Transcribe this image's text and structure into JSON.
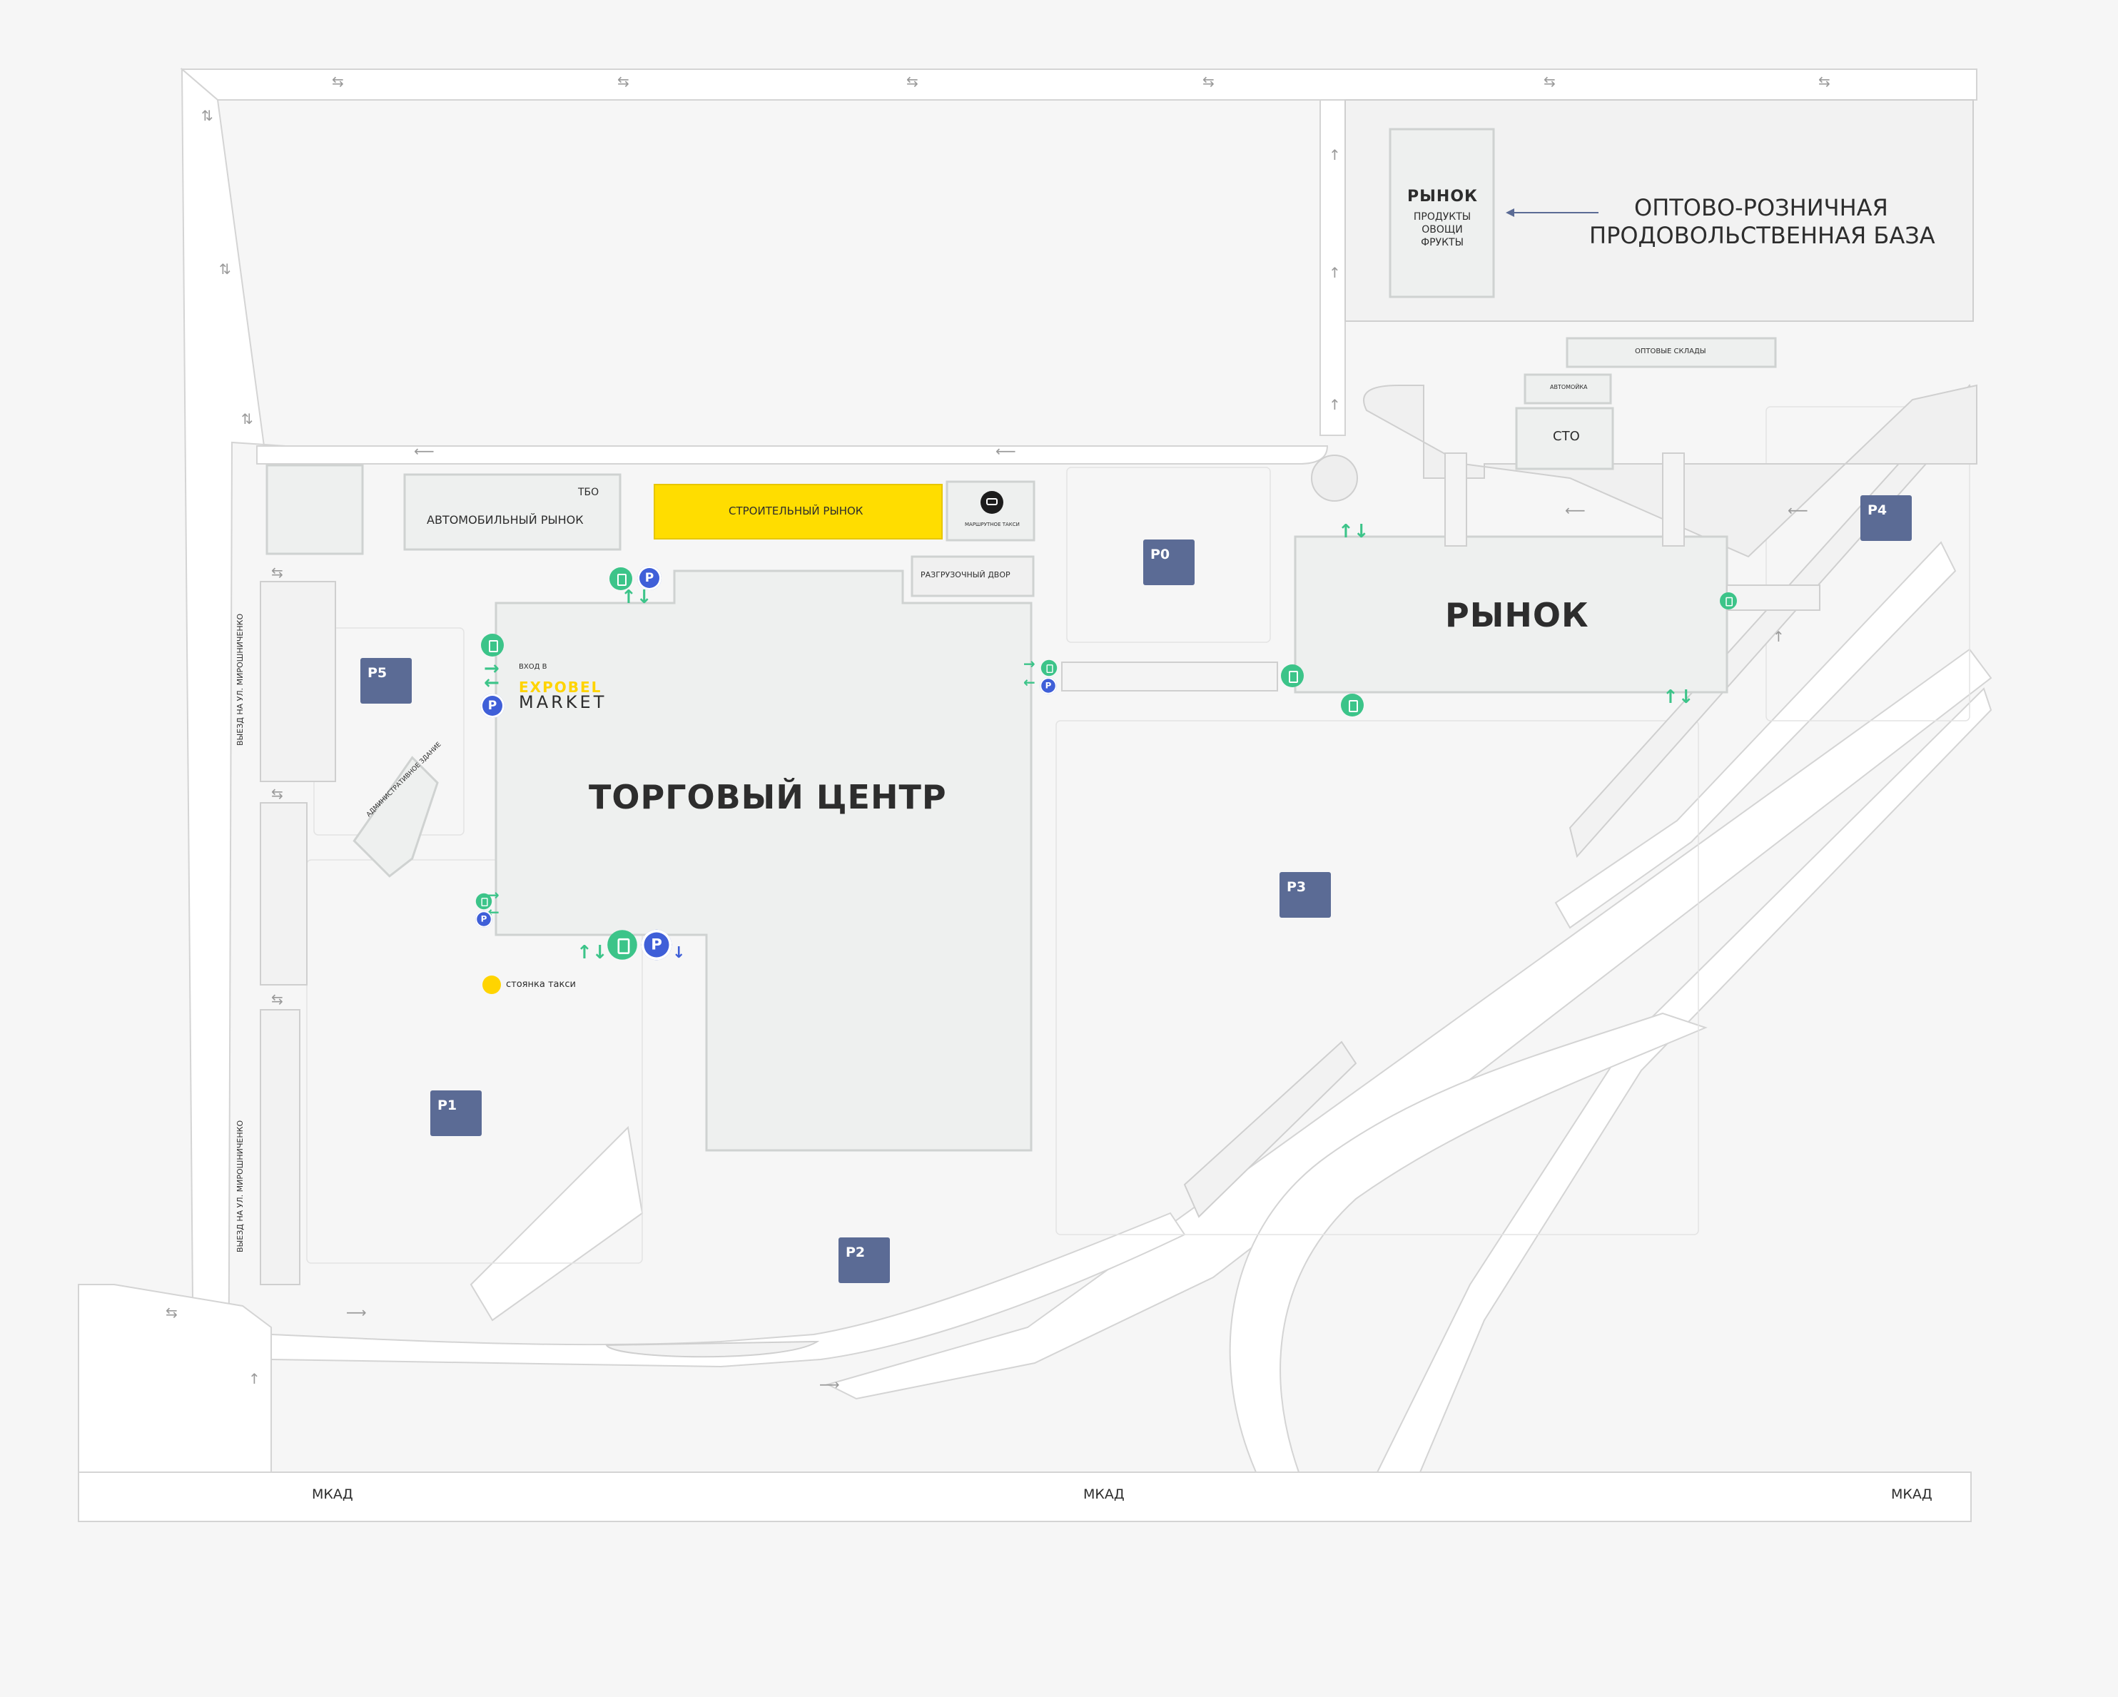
{
  "labels": {
    "torgoviy_centr": "ТОРГОВЫЙ ЦЕНТР",
    "rynok_main": "РЫНОК",
    "rynok_top": "РЫНОК",
    "rynok_top_goods": [
      "ПРОДУКТЫ",
      "ОВОЩИ",
      "ФРУКТЫ"
    ],
    "base_title_line1": "ОПТОВО-РОЗНИЧНАЯ",
    "base_title_line2": "ПРОДОВОЛЬСТВЕННАЯ БАЗА",
    "opt_sklady": "ОПТОВЫЕ СКЛАДЫ",
    "avtomoyka": "АВТОМОЙКА",
    "sto": "СТО",
    "tbo": "ТБО",
    "avto_rynok": "АВТОМОБИЛЬНЫЙ РЫНОК",
    "stroit_rynok": "СТРОИТЕЛЬНЫЙ РЫНОК",
    "marshrutnoe_taxi": "МАРШРУТНОЕ ТАКСИ",
    "razgruz_dvor": "РАЗГРУЗОЧНЫЙ ДВОР",
    "admin_zdanie": "АДМИНИСТРАТИВНОЕ ЗДАНИЕ",
    "vhod_v": "ВХОД В",
    "expobel": "EXPOBEL",
    "market": "MARKET",
    "stoyanka_taxi": "стоянка такси",
    "vyezd": "ВЫЕЗД НА УЛ. МИРОШНИЧЕНКО",
    "mkad": "МКАД"
  },
  "parking": [
    "P0",
    "P1",
    "P2",
    "P3",
    "P4",
    "P5"
  ],
  "parking_badge_letter": "P",
  "icons": {
    "entrance": "entrance-icon",
    "parking": "parking-icon",
    "taxi": "taxi-icon",
    "bus": "bus-icon",
    "arrow": "arrow-icon"
  },
  "colors": {
    "background": "#f6f6f6",
    "road": "#ffffff",
    "road_border": "#d4d4d4",
    "building": "#eef0ef",
    "building_border": "#cfd2d1",
    "construction_market": "#ffdd00",
    "parking_badge": "#5b6b95",
    "entrance": "#3cc489",
    "parking_icon": "#3f5fd8",
    "taxi": "#ffd400",
    "text": "#2d2d2d",
    "arrow": "#9a9a9a"
  }
}
